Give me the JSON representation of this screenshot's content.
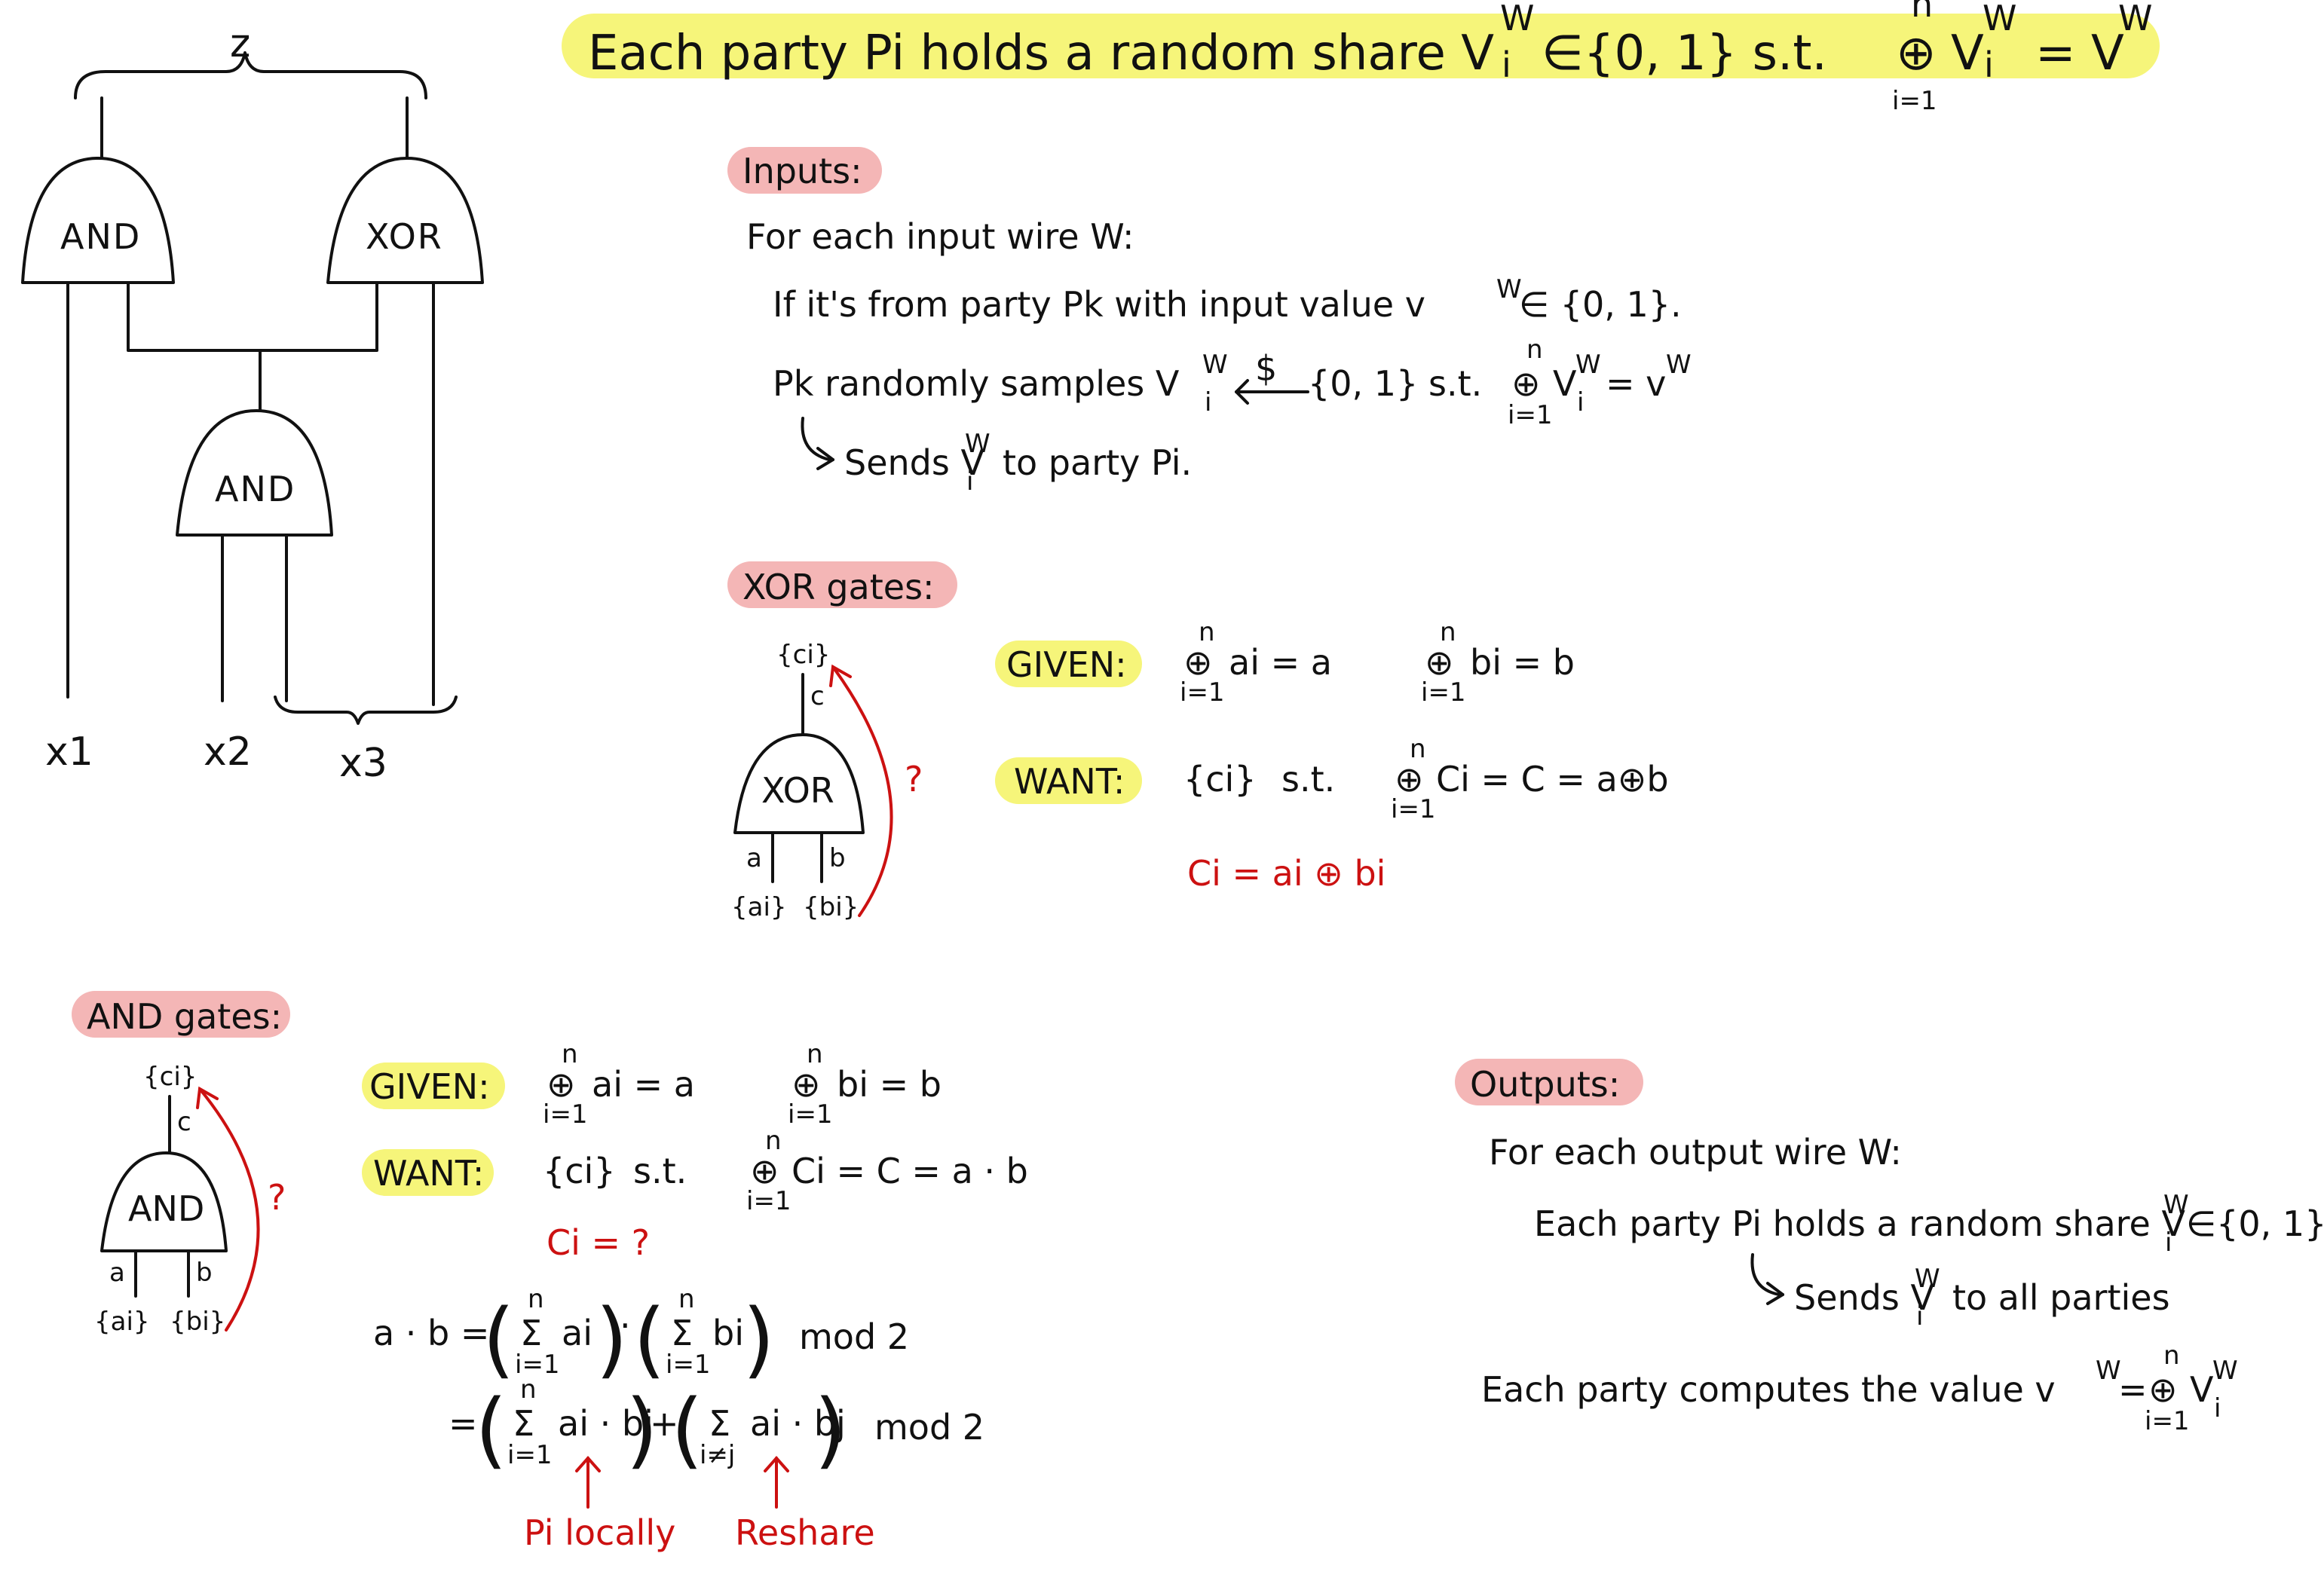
{
  "header": {
    "prefix": "Each party Pi holds a random share V",
    "sup": "W",
    "sub": "i",
    "middle": "∈{0, 1}  s.t.",
    "op": "⊕",
    "op_top": "n",
    "op_bottom": "i=1",
    "rhs_v": "V",
    "rhs_sup": "W",
    "rhs_sub": "i",
    "equals": "= V",
    "eq_sup": "W"
  },
  "circuit": {
    "top_label": "z",
    "gates": [
      "AND",
      "XOR",
      "AND"
    ],
    "inputs": [
      "x1",
      "x2",
      "x3"
    ]
  },
  "inputs_section": {
    "heading": "Inputs:",
    "line1": "For each input wire W:",
    "line2": "If it's from party Pk with input value v",
    "line2_sup": "W",
    "line2_tail": "∈ {0, 1}.",
    "line3_a": "Pk randomly samples V",
    "line3_sup": "W",
    "line3_sub": "i",
    "line3_dollar": "$",
    "line3_set": "{0, 1}",
    "line3_st": "s.t.",
    "line3_op": "⊕",
    "line3_op_top": "n",
    "line3_op_bottom": "i=1",
    "line3_rhs": "V",
    "line3_rhs_sup": "W",
    "line3_rhs_sub": "i",
    "line3_eq": "= v",
    "line3_eq_sup": "W",
    "line4": "Sends V",
    "line4_sup": "W",
    "line4_sub": "i",
    "line4_tail": "to party Pi."
  },
  "xor_section": {
    "heading": "XOR gates:",
    "gate": "XOR",
    "out_set": "{ci}",
    "out_wire": "c",
    "in_a": "a",
    "in_b": "b",
    "in_a_set": "{ai}",
    "in_b_set": "{bi}",
    "question": "?",
    "given_label": "GIVEN:",
    "given_1": "ai = a",
    "given_2": "bi = b",
    "want_label": "WANT:",
    "want_set": "{ci}",
    "want_st": "s.t.",
    "want_eq": "Ci = C = a⊕b",
    "op": "⊕",
    "op_top": "n",
    "op_bottom": "i=1",
    "answer": "Ci = ai ⊕ bi"
  },
  "and_section": {
    "heading": "AND gates:",
    "gate": "AND",
    "out_set": "{ci}",
    "out_wire": "c",
    "in_a": "a",
    "in_b": "b",
    "in_a_set": "{ai}",
    "in_b_set": "{bi}",
    "question": "?",
    "given_label": "GIVEN:",
    "given_1": "ai = a",
    "given_2": "bi = b",
    "want_label": "WANT:",
    "want_set": "{ci}",
    "want_st": "s.t.",
    "want_eq": "Ci = C = a · b",
    "op": "⊕",
    "op_top": "n",
    "op_bottom": "i=1",
    "answer": "Ci = ?",
    "eq1_lhs": "a · b =",
    "eq1_t1": "ai",
    "eq1_t2": "bi",
    "sum": "Σ",
    "sum_top": "n",
    "sum_bottom": "i=1",
    "dot": "·",
    "mod": "mod 2",
    "eq2_lhs": "=",
    "eq2_t1": "ai · bi",
    "eq2_plus": "+",
    "eq2_t2": "ai · bj",
    "eq2_sum2_bottom": "i≠j",
    "note1": "Pi locally",
    "note2": "Reshare"
  },
  "outputs_section": {
    "heading": "Outputs:",
    "line1": "For each output wire W:",
    "line2": "Each party Pi holds a random share V",
    "line2_sup": "W",
    "line2_sub": "i",
    "line2_tail": "∈{0, 1}",
    "line3": "Sends V",
    "line3_sup": "W",
    "line3_sub": "i",
    "line3_tail": "to all parties",
    "line4": "Each party computes the value v",
    "line4_sup": "W",
    "line4_eq": "=",
    "line4_op": "⊕",
    "line4_op_top": "n",
    "line4_op_bottom": "i=1",
    "line4_rhs": "V",
    "line4_rhs_sup": "W",
    "line4_rhs_sub": "i"
  },
  "colors": {
    "highlight_yellow": "#f6f57a",
    "highlight_pink": "#f4b6b6",
    "ink": "#111111",
    "red_ink": "#cc1111"
  }
}
